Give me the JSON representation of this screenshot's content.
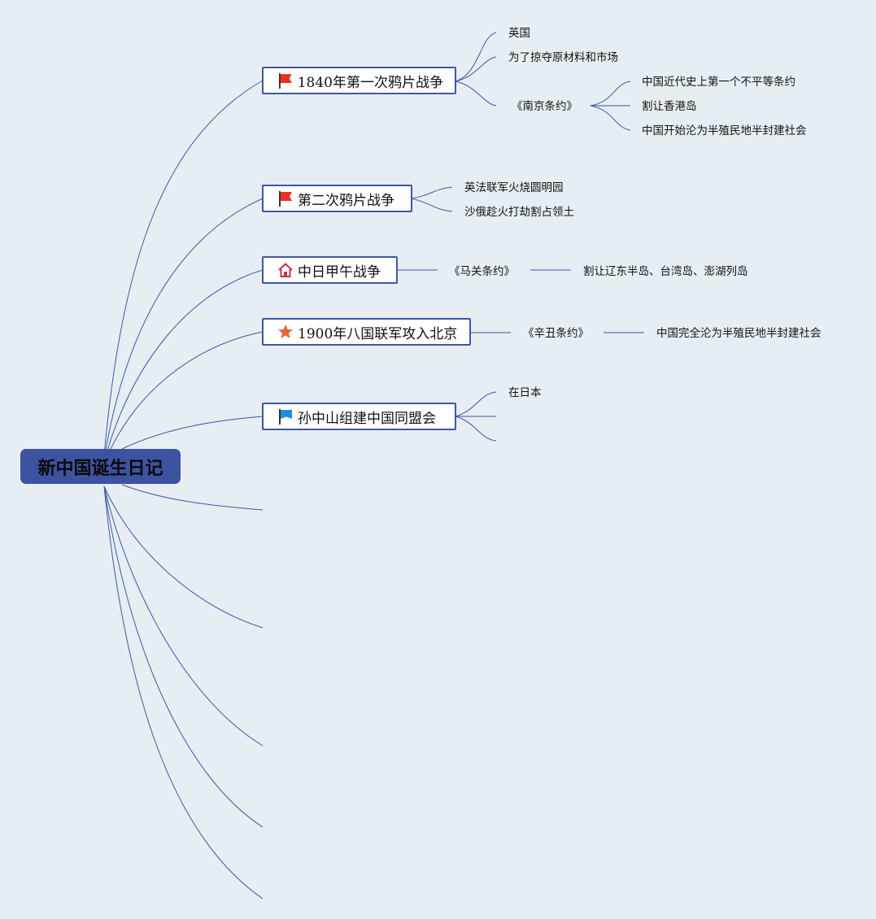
{
  "root": {
    "label": "新中国诞生日记"
  },
  "topics": [
    {
      "label": "1840年第一次鸦片战争",
      "icon": "red-flag-icon",
      "children": [
        {
          "label": "英国"
        },
        {
          "label": "为了掠夺原材料和市场"
        },
        {
          "label": "《南京条约》",
          "children": [
            {
              "label": "中国近代史上第一个不平等条约"
            },
            {
              "label": "割让香港岛"
            },
            {
              "label": "中国开始沦为半殖民地半封建社会"
            }
          ]
        }
      ]
    },
    {
      "label": "第二次鸦片战争",
      "icon": "red-flag-icon",
      "children": [
        {
          "label": "英法联军火烧圆明园"
        },
        {
          "label": "沙俄趁火打劫割占领土"
        }
      ]
    },
    {
      "label": "中日甲午战争",
      "icon": "house-icon",
      "children": [
        {
          "label": "《马关条约》",
          "children": [
            {
              "label": "割让辽东半岛、台湾岛、澎湖列岛"
            }
          ]
        }
      ]
    },
    {
      "label": "1900年八国联军攻入北京",
      "icon": "star-icon",
      "children": [
        {
          "label": "《辛丑条约》",
          "children": [
            {
              "label": "中国完全沦为半殖民地半封建社会"
            }
          ]
        }
      ]
    },
    {
      "label": "孙中山组建中国同盟会",
      "icon": "blue-flag-icon",
      "children": [
        {
          "label": "在日本"
        },
        {
          "label": ""
        },
        {
          "label": ""
        }
      ]
    }
  ],
  "colors": {
    "background": "#e6eef3",
    "root_fill": "#3d52a0",
    "link": "#3f57a6",
    "red_flag": "#e8321e",
    "blue_flag": "#1f8fe0",
    "star": "#e06a3a",
    "house": "#c8304a"
  }
}
